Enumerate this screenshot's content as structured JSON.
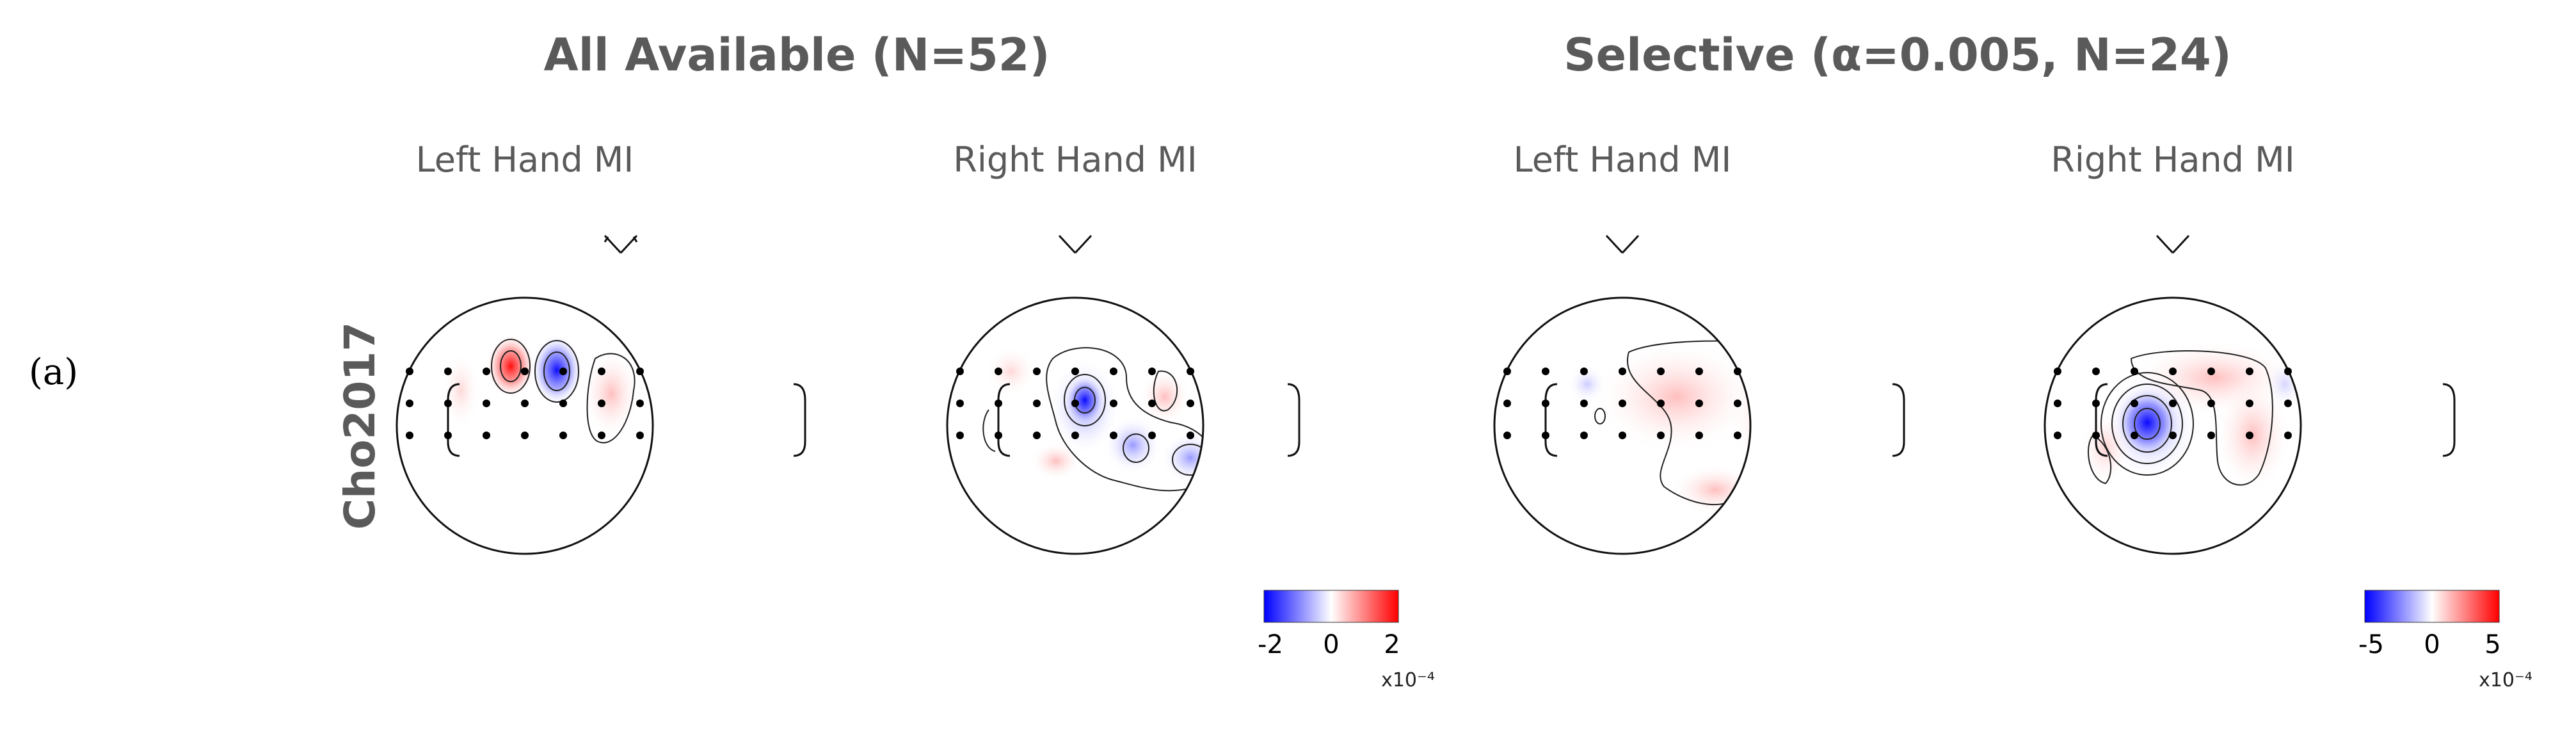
{
  "panel_label": "(a)",
  "row_label": "Cho2017",
  "groups": [
    {
      "title": "All Available (N=52)",
      "colorbar": {
        "min": "-2",
        "mid": "0",
        "max": "2",
        "exponent": "x10⁻⁴"
      }
    },
    {
      "title": "Selective (α=0.005, N=24)",
      "colorbar": {
        "min": "-5",
        "mid": "0",
        "max": "5",
        "exponent": "x10⁻⁴"
      }
    }
  ],
  "maps": [
    {
      "subtitle": "Left Hand MI"
    },
    {
      "subtitle": "Right Hand MI"
    },
    {
      "subtitle": "Left Hand MI"
    },
    {
      "subtitle": "Right Hand MI"
    }
  ],
  "colors": {
    "negative": "#0000ff",
    "neutral": "#ffffff",
    "positive": "#ff0000",
    "text": "#5a5a5a",
    "outline": "#111111"
  }
}
